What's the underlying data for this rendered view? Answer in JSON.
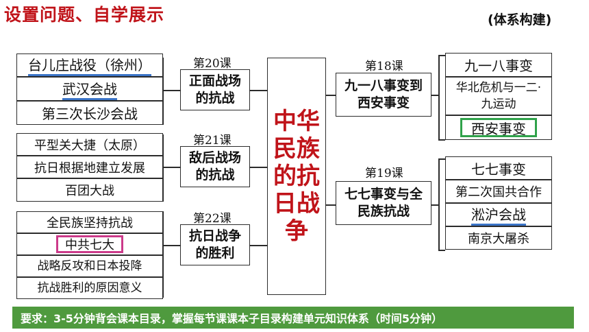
{
  "header": {
    "title": "设置问题、自学展示",
    "subtitle": "(体系构建)"
  },
  "center": {
    "label": "中华民族的抗日战争"
  },
  "lessons": {
    "l20": {
      "num": "第20课",
      "title": "正面战场的抗战",
      "items": [
        "台儿庄战役（徐州）",
        "武汉会战",
        "第三次长沙会战"
      ]
    },
    "l21": {
      "num": "第21课",
      "title": "敌后战场的抗战",
      "items": [
        "平型关大捷（太原）",
        "抗日根据地建立发展",
        "百团大战"
      ]
    },
    "l22": {
      "num": "第22课",
      "title": "抗日战争的胜利",
      "items": [
        "全民族坚持抗战",
        "中共七大",
        "战略反攻和日本投降",
        "抗战胜利的原因意义"
      ]
    },
    "l18": {
      "num": "第18课",
      "title": "九一八事变到西安事变",
      "items": [
        "九一八事变",
        "华北危机与一二·九运动",
        "西安事变"
      ]
    },
    "l19": {
      "num": "第19课",
      "title": "七七事变与全民族抗战",
      "items": [
        "七七事变",
        "第二次国共合作",
        "淞沪会战",
        "南京大屠杀"
      ]
    }
  },
  "footer": {
    "text": "要求：3-5分钟背会课本目录，掌握每节课课本子目录构建单元知识体系（时间5分钟）"
  },
  "colors": {
    "title_red": "#c0141a",
    "underline_blue": "#3b74c7",
    "footer_green": "#4f9a3e",
    "highlight_pink": "#cc3a8a",
    "highlight_green": "#2fa24a"
  }
}
